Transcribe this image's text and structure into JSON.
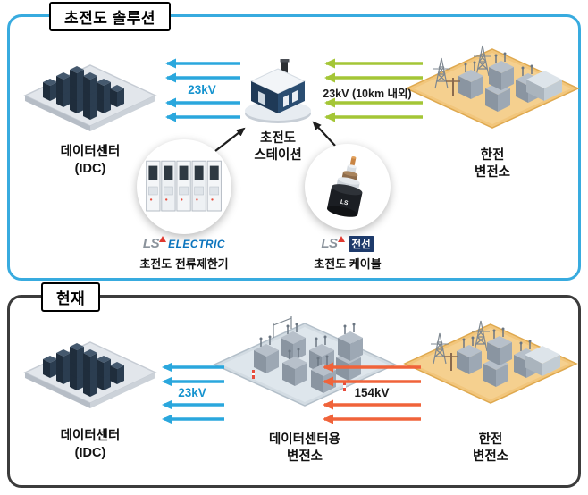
{
  "colors": {
    "blue_line": "#2aa7dd",
    "green_line": "#a4c636",
    "orange_line": "#f0633a",
    "top_border": "#38abdf",
    "bottom_border": "#3c3c3c"
  },
  "top_panel": {
    "title": "초전도 솔루션",
    "nodes": {
      "datacenter": {
        "line1": "데이터센터",
        "line2": "(IDC)"
      },
      "station": {
        "line1": "초전도",
        "line2": "스테이션"
      },
      "substation": {
        "line1": "한전",
        "line2": "변전소"
      }
    },
    "links": {
      "idc_station": {
        "label": "23kV"
      },
      "station_substation": {
        "label": "23kV (10km 내외)"
      }
    },
    "callouts": {
      "limiter": {
        "brand_ls": "LS",
        "brand_suffix": "ELECTRIC",
        "label": "초전도 전류제한기"
      },
      "cable": {
        "brand_ls": "LS",
        "brand_suffix": "전선",
        "label": "초전도 케이블",
        "cable_mark": "LS"
      }
    }
  },
  "bottom_panel": {
    "title": "현재",
    "nodes": {
      "datacenter": {
        "line1": "데이터센터",
        "line2": "(IDC)"
      },
      "dc_substation": {
        "line1": "데이터센터용",
        "line2": "변전소"
      },
      "substation": {
        "line1": "한전",
        "line2": "변전소"
      }
    },
    "links": {
      "idc_sub": {
        "label": "23kV"
      },
      "sub_sub": {
        "label": "154kV"
      }
    }
  }
}
